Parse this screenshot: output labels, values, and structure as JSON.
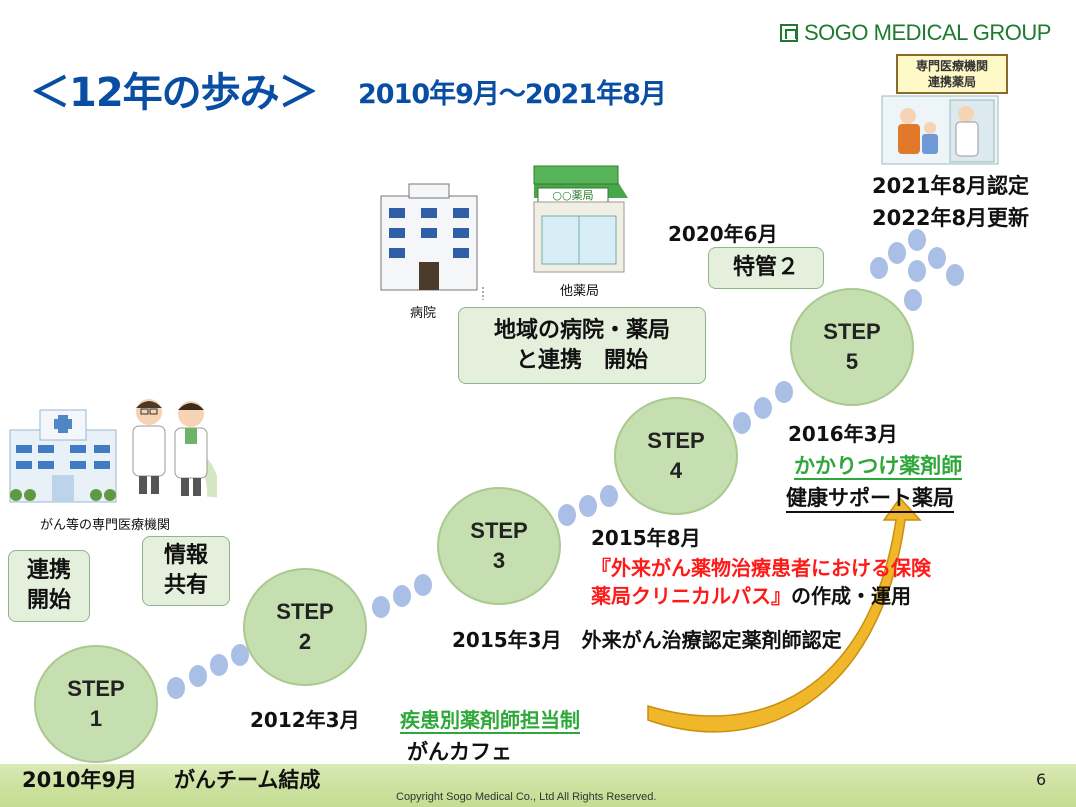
{
  "header": {
    "logo_text": "SOGO MEDICAL GROUP",
    "title": "＜12年の歩み＞",
    "subtitle": "2010年9月～2021年8月"
  },
  "steps": [
    {
      "word": "STEP",
      "num": "1"
    },
    {
      "word": "STEP",
      "num": "2"
    },
    {
      "word": "STEP",
      "num": "3"
    },
    {
      "word": "STEP",
      "num": "4"
    },
    {
      "word": "STEP",
      "num": "5"
    }
  ],
  "left": {
    "hospital_caption": "がん等の専門医療機関",
    "box_renkei": [
      "連携",
      "開始"
    ],
    "box_joho": [
      "情報",
      "共有"
    ],
    "step1_date": "2010年9月",
    "step1_text": "がんチーム結成"
  },
  "step2": {
    "date": "2012年3月",
    "green_text": "疾患別薬剤師担当制",
    "black_text": "がんカフェ"
  },
  "step3": {
    "text": "2015年3月　外来がん治療認定薬剤師認定"
  },
  "step4": {
    "date": "2015年8月",
    "red_line1": "『外来がん薬物治療患者における保険",
    "red_line2": "薬局クリニカルパス』",
    "black_tail": "の作成・運用"
  },
  "middle": {
    "hospital_caption": "病院",
    "pharmacy_caption": "他薬局",
    "pharmacy_sign": "○○薬局",
    "region_box": [
      "地域の病院・薬局",
      "と連携　開始"
    ]
  },
  "step5": {
    "date": "2016年3月",
    "green_text": "かかりつけ薬剤師",
    "black_text": "健康サポート薬局",
    "tokkan_date": "2020年6月",
    "tokkan_box": "特管２"
  },
  "top_right": {
    "sign_line1": "専門医療機関",
    "sign_line2": "連携薬局",
    "cert_line1": "2021年8月認定",
    "cert_line2": "2022年8月更新"
  },
  "footer": {
    "copyright": "Copyright Sogo Medical Co., Ltd All Rights Reserved.",
    "page": "6"
  },
  "colors": {
    "title_blue": "#0a4ea3",
    "logo_green": "#1d7a2f",
    "step_fill": "#c6dfb0",
    "dot_blue": "#a9bfe6",
    "accent_green": "#2ea83a",
    "accent_red": "#ff1a1a",
    "arrow_gold": "#e8b21a"
  }
}
